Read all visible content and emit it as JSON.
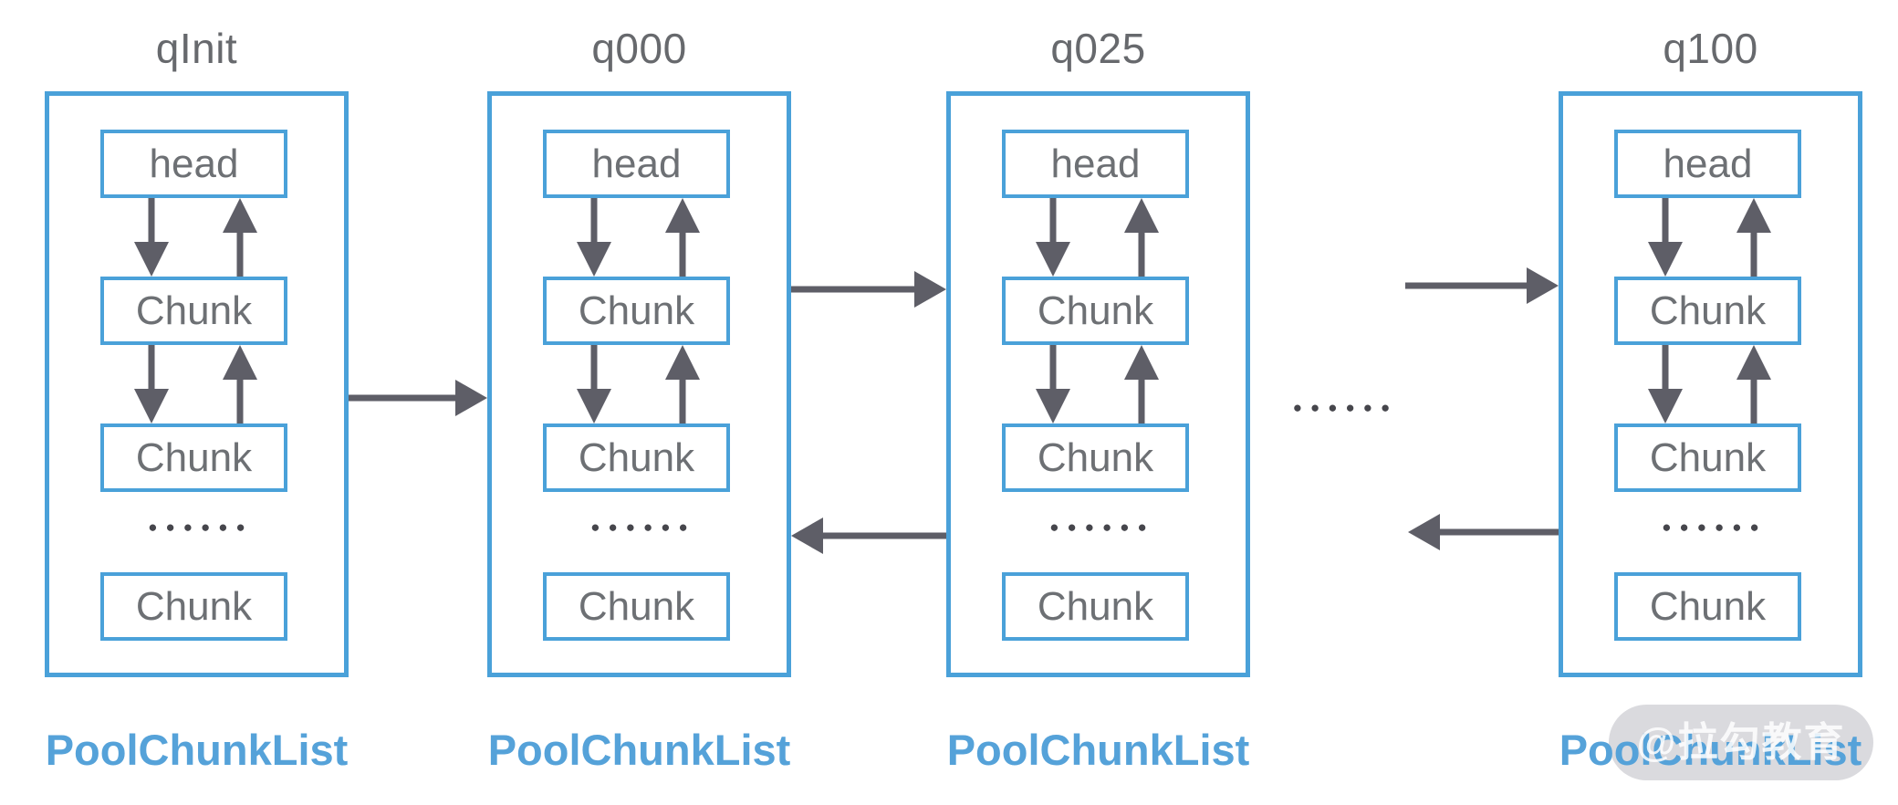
{
  "diagram": {
    "columns": [
      {
        "title": "qInit",
        "head": "head",
        "chunk1": "Chunk",
        "chunk2": "Chunk",
        "dots": "●●●●●●",
        "chunk3": "Chunk",
        "label": "PoolChunkList"
      },
      {
        "title": "q000",
        "head": "head",
        "chunk1": "Chunk",
        "chunk2": "Chunk",
        "dots": "●●●●●●",
        "chunk3": "Chunk",
        "label": "PoolChunkList"
      },
      {
        "title": "q025",
        "head": "head",
        "chunk1": "Chunk",
        "chunk2": "Chunk",
        "dots": "●●●●●●",
        "chunk3": "Chunk",
        "label": "PoolChunkList"
      },
      {
        "title": "q100",
        "head": "head",
        "chunk1": "Chunk",
        "chunk2": "Chunk",
        "dots": "●●●●●●",
        "chunk3": "Chunk",
        "label": "PoolChunkList"
      }
    ],
    "gap_dots": "●●●●●●",
    "watermark": "@拉勾教育",
    "colors": {
      "box_blue": "#4aa1d9",
      "label_blue": "#55a2d9",
      "text_gray": "#6d7074",
      "title_gray": "#67696d",
      "arrow_gray": "#5e5e67",
      "dot_gray": "#46464c",
      "watermark_bg": "#d7d7db"
    }
  }
}
